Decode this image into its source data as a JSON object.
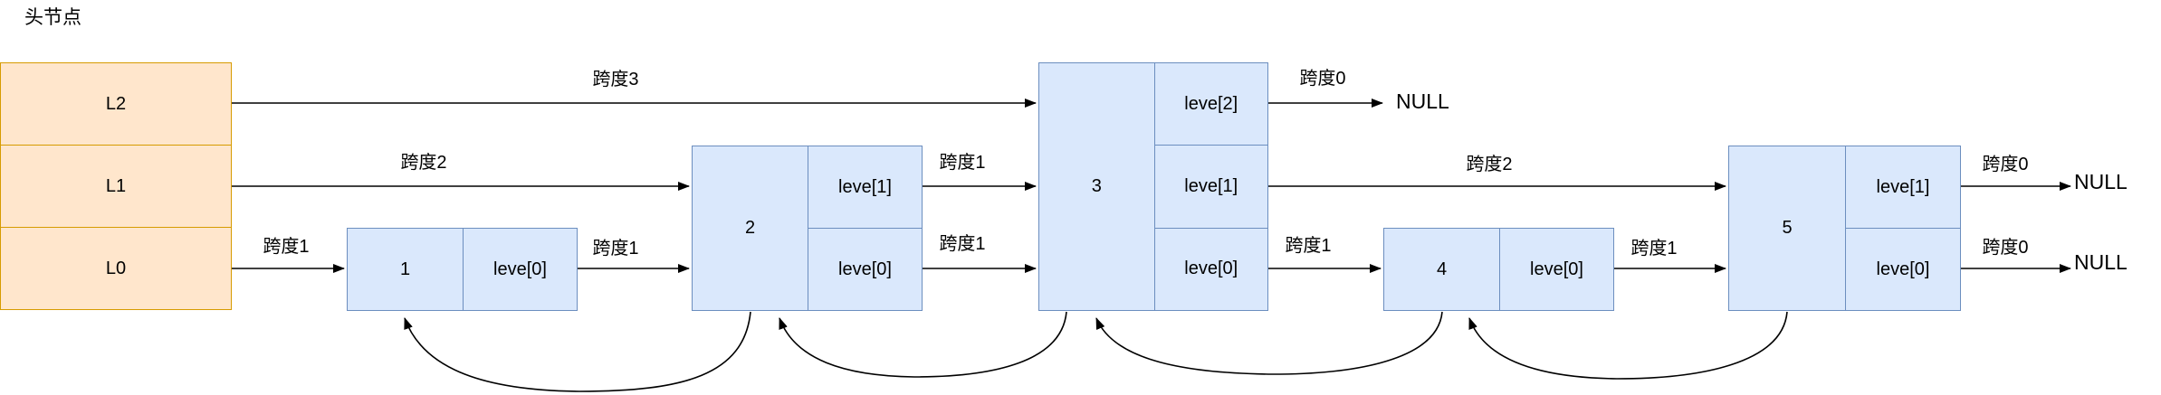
{
  "title": "头节点",
  "colors": {
    "head-fill": "#ffe6cc",
    "head-border": "#d79b00",
    "node-fill": "#dae8fc",
    "node-border": "#6c8ebf",
    "arrow": "#000000",
    "bg": "#ffffff"
  },
  "head": {
    "rows": [
      {
        "label": "L2"
      },
      {
        "label": "L1"
      },
      {
        "label": "L0"
      }
    ]
  },
  "nodes": [
    {
      "key": "1",
      "levels": [
        {
          "label": "leve[0]"
        }
      ]
    },
    {
      "key": "2",
      "levels": [
        {
          "label": "leve[1]"
        },
        {
          "label": "leve[0]"
        }
      ]
    },
    {
      "key": "3",
      "levels": [
        {
          "label": "leve[2]"
        },
        {
          "label": "leve[1]"
        },
        {
          "label": "leve[0]"
        }
      ]
    },
    {
      "key": "4",
      "levels": [
        {
          "label": "leve[0]"
        }
      ]
    },
    {
      "key": "5",
      "levels": [
        {
          "label": "leve[1]"
        },
        {
          "label": "leve[0]"
        }
      ]
    }
  ],
  "span_labels": {
    "head_l2_to_node3": "跨度3",
    "head_l1_to_node2": "跨度2",
    "head_l0_to_node1": "跨度1",
    "node1_to_node2": "跨度1",
    "node2_l1_to_node3": "跨度1",
    "node2_l0_to_node3": "跨度1",
    "node3_l2_to_null": "跨度0",
    "node3_l1_to_node5": "跨度2",
    "node3_l0_to_node4": "跨度1",
    "node4_to_node5": "跨度1",
    "node5_l1_to_null": "跨度0",
    "node5_l0_to_null": "跨度0"
  },
  "null_labels": {
    "node3_l2": "NULL",
    "node5_l1": "NULL",
    "node5_l0": "NULL"
  }
}
